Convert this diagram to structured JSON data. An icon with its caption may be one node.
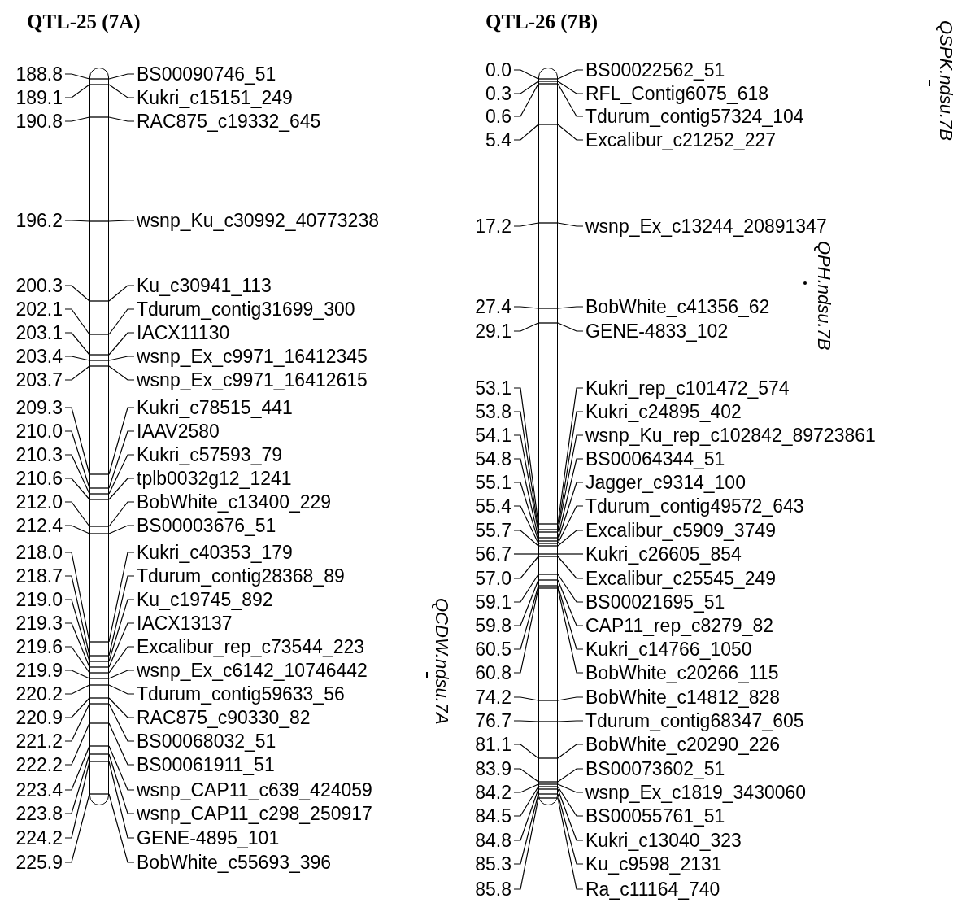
{
  "diagram": {
    "nodes": [
      {
        "text": [],
        "shape": "bar"
      },
      {
        "text": [
          "188.8"
        ]
      },
      {
        "text": [
          "BS00090746_51"
        ]
      },
      {
        "text": [
          "189.1"
        ]
      },
      {
        "text": [
          "Kukri_c15151_249"
        ]
      },
      {
        "text": [
          "190.8"
        ]
      },
      {
        "text": [
          "RAC875_c19332_645"
        ]
      },
      {
        "text": [
          "196.2"
        ]
      },
      {
        "text": [
          "wsnp_Ku_c30992_40773238"
        ]
      },
      {
        "text": [
          "200.3"
        ]
      },
      {
        "text": [
          "Ku_c30941_113"
        ]
      },
      {
        "text": [
          "202.1"
        ]
      },
      {
        "text": [
          "Tdurum_contig31699_300"
        ]
      },
      {
        "text": [
          "203.1"
        ]
      },
      {
        "text": [
          "IACX11130"
        ]
      },
      {
        "text": [
          "203.4"
        ]
      },
      {
        "text": [
          "wsnp_Ex_c9971_16412345"
        ]
      },
      {
        "text": [
          "203.7"
        ]
      },
      {
        "text": [
          "wsnp_Ex_c9971_16412615"
        ]
      },
      {
        "text": [
          "209.3"
        ]
      },
      {
        "text": [
          "Kukri_c78515_441"
        ]
      },
      {
        "text": [
          "210.0"
        ]
      },
      {
        "text": [
          "IAAV2580"
        ]
      },
      {
        "text": [
          "210.3"
        ]
      },
      {
        "text": [
          "Kukri_c57593_79"
        ]
      },
      {
        "text": [
          "210.6"
        ]
      },
      {
        "text": [
          "tplb0032g12_1241"
        ]
      },
      {
        "text": [
          "212.0"
        ]
      },
      {
        "text": [
          "BobWhite_c13400_229"
        ]
      },
      {
        "text": [
          "212.4"
        ]
      },
      {
        "text": [
          "BS00003676_51"
        ]
      },
      {
        "text": [
          "218.0"
        ]
      },
      {
        "text": [
          "Kukri_c40353_179"
        ]
      },
      {
        "text": [
          "218.7"
        ]
      },
      {
        "text": [
          "Tdurum_contig28368_89"
        ]
      },
      {
        "text": [
          "219.0"
        ]
      },
      {
        "text": [
          "Ku_c19745_892"
        ]
      },
      {
        "text": [
          "219.3"
        ]
      },
      {
        "text": [
          "IACX13137"
        ]
      },
      {
        "text": [
          "219.6"
        ]
      },
      {
        "text": [
          "Excalibur_rep_c73544_223"
        ]
      },
      {
        "text": [
          "219.9"
        ]
      },
      {
        "text": [
          "wsnp_Ex_c6142_10746442"
        ]
      },
      {
        "text": [
          "220.2"
        ]
      },
      {
        "text": [
          "Tdurum_contig59633_56"
        ]
      },
      {
        "text": [
          "220.9"
        ]
      },
      {
        "text": [
          "RAC875_c90330_82"
        ]
      },
      {
        "text": [
          "221.2"
        ]
      },
      {
        "text": [
          "BS00068032_51"
        ]
      },
      {
        "text": [
          "222.2"
        ]
      },
      {
        "text": [
          "BS00061911_51"
        ]
      },
      {
        "text": [
          "223.4"
        ]
      },
      {
        "text": [
          "wsnp_CAP11_c639_424059"
        ]
      },
      {
        "text": [
          "223.8"
        ]
      },
      {
        "text": [
          "wsnp_CAP11_c298_250917"
        ]
      },
      {
        "text": [
          "224.2"
        ]
      },
      {
        "text": [
          "GENE-4895_101"
        ]
      },
      {
        "text": [
          "225.9"
        ]
      },
      {
        "text": [
          "BobWhite_c55693_396"
        ]
      },
      {
        "text": [],
        "shape": "bar"
      },
      {
        "text": [
          "0.0"
        ]
      },
      {
        "text": [
          "BS00022562_51"
        ]
      },
      {
        "text": [
          "0.3"
        ]
      },
      {
        "text": [
          "RFL_Contig6075_618"
        ]
      },
      {
        "text": [
          "0.6"
        ]
      },
      {
        "text": [
          "Tdurum_contig57324_104"
        ]
      },
      {
        "text": [
          "5.4"
        ]
      },
      {
        "text": [
          "Excalibur_c21252_227"
        ]
      },
      {
        "text": [
          "17.2"
        ]
      },
      {
        "text": [
          "wsnp_Ex_c13244_20891347"
        ]
      },
      {
        "text": [
          "27.4"
        ]
      },
      {
        "text": [
          "BobWhite_c41356_62"
        ]
      },
      {
        "text": [
          "29.1"
        ]
      },
      {
        "text": [
          "GENE-4833_102"
        ]
      },
      {
        "text": [
          "53.1"
        ]
      },
      {
        "text": [
          "Kukri_rep_c101472_574"
        ]
      },
      {
        "text": [
          "53.8"
        ]
      },
      {
        "text": [
          "Kukri_c24895_402"
        ]
      },
      {
        "text": [
          "54.1"
        ]
      },
      {
        "text": [
          "wsnp_Ku_rep_c102842_89723861"
        ]
      },
      {
        "text": [
          "54.8"
        ]
      },
      {
        "text": [
          "BS00064344_51"
        ]
      },
      {
        "text": [
          "55.1"
        ]
      },
      {
        "text": [
          "Jagger_c9314_100"
        ]
      },
      {
        "text": [
          "55.4"
        ]
      },
      {
        "text": [
          "Tdurum_contig49572_643"
        ]
      },
      {
        "text": [
          "55.7"
        ]
      },
      {
        "text": [
          "Excalibur_c5909_3749"
        ]
      },
      {
        "text": [
          "56.7"
        ]
      },
      {
        "text": [
          "Kukri_c26605_854"
        ]
      },
      {
        "text": [
          "57.0"
        ]
      },
      {
        "text": [
          "Excalibur_c25545_249"
        ]
      },
      {
        "text": [
          "59.1"
        ]
      },
      {
        "text": [
          "BS00021695_51"
        ]
      },
      {
        "text": [
          "59.8"
        ]
      },
      {
        "text": [
          "CAP11_rep_c8279_82"
        ]
      },
      {
        "text": [
          "60.5"
        ]
      },
      {
        "text": [
          "Kukri_c14766_1050"
        ]
      },
      {
        "text": [
          "60.8"
        ]
      },
      {
        "text": [
          "BobWhite_c20266_115"
        ]
      },
      {
        "text": [
          "74.2"
        ]
      },
      {
        "text": [
          "BobWhite_c14812_828"
        ]
      },
      {
        "text": [
          "76.7"
        ]
      },
      {
        "text": [
          "Tdurum_contig68347_605"
        ]
      },
      {
        "text": [
          "81.1"
        ]
      },
      {
        "text": [
          "BobWhite_c20290_226"
        ]
      },
      {
        "text": [
          "83.9"
        ]
      },
      {
        "text": [
          "BS00073602_51"
        ]
      },
      {
        "text": [
          "84.2"
        ]
      },
      {
        "text": [
          "wsnp_Ex_c1819_3430060"
        ]
      },
      {
        "text": [
          "84.5"
        ]
      },
      {
        "text": [
          "BS00055761_51"
        ]
      },
      {
        "text": [
          "84.8"
        ]
      },
      {
        "text": [
          "Kukri_c13040_323"
        ]
      },
      {
        "text": [
          "85.3"
        ]
      },
      {
        "text": [
          "Ku_c9598_2131"
        ]
      },
      {
        "text": [
          "85.8"
        ]
      },
      {
        "text": [
          "Ra_c11164_740"
        ]
      }
    ],
    "edges": [
      {
        "from": 1,
        "to": 0,
        "arrow": "none"
      },
      {
        "from": 2,
        "to": 0,
        "arrow": "none"
      },
      {
        "from": 3,
        "to": 0,
        "arrow": "none"
      },
      {
        "from": 4,
        "to": 0,
        "arrow": "none"
      },
      {
        "from": 5,
        "to": 0,
        "arrow": "none"
      },
      {
        "from": 6,
        "to": 0,
        "arrow": "none"
      },
      {
        "from": 7,
        "to": 0,
        "arrow": "none"
      },
      {
        "from": 8,
        "to": 0,
        "arrow": "none"
      },
      {
        "from": 9,
        "to": 0,
        "arrow": "none"
      },
      {
        "from": 10,
        "to": 0,
        "arrow": "none"
      },
      {
        "from": 11,
        "to": 0,
        "arrow": "none"
      },
      {
        "from": 12,
        "to": 0,
        "arrow": "none"
      },
      {
        "from": 13,
        "to": 0,
        "arrow": "none"
      },
      {
        "from": 14,
        "to": 0,
        "arrow": "none"
      },
      {
        "from": 15,
        "to": 0,
        "arrow": "none"
      },
      {
        "from": 16,
        "to": 0,
        "arrow": "none"
      },
      {
        "from": 17,
        "to": 0,
        "arrow": "none"
      },
      {
        "from": 18,
        "to": 0,
        "arrow": "none"
      },
      {
        "from": 19,
        "to": 0,
        "arrow": "none"
      },
      {
        "from": 20,
        "to": 0,
        "arrow": "none"
      },
      {
        "from": 21,
        "to": 0,
        "arrow": "none"
      },
      {
        "from": 22,
        "to": 0,
        "arrow": "none"
      },
      {
        "from": 23,
        "to": 0,
        "arrow": "none"
      },
      {
        "from": 24,
        "to": 0,
        "arrow": "none"
      },
      {
        "from": 25,
        "to": 0,
        "arrow": "none"
      },
      {
        "from": 26,
        "to": 0,
        "arrow": "none"
      },
      {
        "from": 27,
        "to": 0,
        "arrow": "none"
      },
      {
        "from": 28,
        "to": 0,
        "arrow": "none"
      },
      {
        "from": 29,
        "to": 0,
        "arrow": "none"
      },
      {
        "from": 30,
        "to": 0,
        "arrow": "none"
      },
      {
        "from": 31,
        "to": 0,
        "arrow": "none"
      },
      {
        "from": 32,
        "to": 0,
        "arrow": "none"
      },
      {
        "from": 33,
        "to": 0,
        "arrow": "none"
      },
      {
        "from": 34,
        "to": 0,
        "arrow": "none"
      },
      {
        "from": 35,
        "to": 0,
        "arrow": "none"
      },
      {
        "from": 36,
        "to": 0,
        "arrow": "none"
      },
      {
        "from": 37,
        "to": 0,
        "arrow": "none"
      },
      {
        "from": 38,
        "to": 0,
        "arrow": "none"
      },
      {
        "from": 39,
        "to": 0,
        "arrow": "none"
      },
      {
        "from": 40,
        "to": 0,
        "arrow": "none"
      },
      {
        "from": 41,
        "to": 0,
        "arrow": "none"
      },
      {
        "from": 42,
        "to": 0,
        "arrow": "none"
      },
      {
        "from": 43,
        "to": 0,
        "arrow": "none"
      },
      {
        "from": 44,
        "to": 0,
        "arrow": "none"
      },
      {
        "from": 45,
        "to": 0,
        "arrow": "none"
      },
      {
        "from": 46,
        "to": 0,
        "arrow": "none"
      },
      {
        "from": 47,
        "to": 0,
        "arrow": "none"
      },
      {
        "from": 48,
        "to": 0,
        "arrow": "none"
      },
      {
        "from": 49,
        "to": 0,
        "arrow": "none"
      },
      {
        "from": 50,
        "to": 0,
        "arrow": "none"
      },
      {
        "from": 51,
        "to": 0,
        "arrow": "none"
      },
      {
        "from": 52,
        "to": 0,
        "arrow": "none"
      },
      {
        "from": 53,
        "to": 0,
        "arrow": "none"
      },
      {
        "from": 54,
        "to": 0,
        "arrow": "none"
      },
      {
        "from": 55,
        "to": 0,
        "arrow": "none"
      },
      {
        "from": 56,
        "to": 0,
        "arrow": "none"
      },
      {
        "from": 57,
        "to": 0,
        "arrow": "none"
      },
      {
        "from": 58,
        "to": 0,
        "arrow": "none"
      },
      {
        "from": 60,
        "to": 59,
        "arrow": "none"
      },
      {
        "from": 61,
        "to": 59,
        "arrow": "none"
      },
      {
        "from": 62,
        "to": 59,
        "arrow": "none"
      },
      {
        "from": 63,
        "to": 59,
        "arrow": "none"
      },
      {
        "from": 64,
        "to": 59,
        "arrow": "none"
      },
      {
        "from": 65,
        "to": 59,
        "arrow": "none"
      },
      {
        "from": 66,
        "to": 59,
        "arrow": "none"
      },
      {
        "from": 67,
        "to": 59,
        "arrow": "none"
      },
      {
        "from": 68,
        "to": 59,
        "arrow": "none"
      },
      {
        "from": 69,
        "to": 59,
        "arrow": "none"
      },
      {
        "from": 70,
        "to": 59,
        "arrow": "none"
      },
      {
        "from": 71,
        "to": 59,
        "arrow": "none"
      },
      {
        "from": 72,
        "to": 59,
        "arrow": "none"
      },
      {
        "from": 73,
        "to": 59,
        "arrow": "none"
      },
      {
        "from": 74,
        "to": 59,
        "arrow": "none"
      },
      {
        "from": 75,
        "to": 59,
        "arrow": "none"
      },
      {
        "from": 76,
        "to": 59,
        "arrow": "none"
      },
      {
        "from": 77,
        "to": 59,
        "arrow": "none"
      },
      {
        "from": 78,
        "to": 59,
        "arrow": "none"
      },
      {
        "from": 79,
        "to": 59,
        "arrow": "none"
      },
      {
        "from": 80,
        "to": 59,
        "arrow": "none"
      },
      {
        "from": 81,
        "to": 59,
        "arrow": "none"
      },
      {
        "from": 82,
        "to": 59,
        "arrow": "none"
      },
      {
        "from": 83,
        "to": 59,
        "arrow": "none"
      },
      {
        "from": 84,
        "to": 59,
        "arrow": "none"
      },
      {
        "from": 85,
        "to": 59,
        "arrow": "none"
      },
      {
        "from": 86,
        "to": 59,
        "arrow": "none"
      },
      {
        "from": 87,
        "to": 59,
        "arrow": "none"
      },
      {
        "from": 88,
        "to": 59,
        "arrow": "none"
      },
      {
        "from": 89,
        "to": 59,
        "arrow": "none"
      },
      {
        "from": 90,
        "to": 59,
        "arrow": "none"
      },
      {
        "from": 91,
        "to": 59,
        "arrow": "none"
      },
      {
        "from": 92,
        "to": 59,
        "arrow": "none"
      },
      {
        "from": 93,
        "to": 59,
        "arrow": "none"
      },
      {
        "from": 94,
        "to": 59,
        "arrow": "none"
      },
      {
        "from": 95,
        "to": 59,
        "arrow": "none"
      },
      {
        "from": 96,
        "to": 59,
        "arrow": "none"
      },
      {
        "from": 97,
        "to": 59,
        "arrow": "none"
      },
      {
        "from": 98,
        "to": 59,
        "arrow": "none"
      },
      {
        "from": 99,
        "to": 59,
        "arrow": "none"
      },
      {
        "from": 100,
        "to": 59,
        "arrow": "none"
      },
      {
        "from": 101,
        "to": 59,
        "arrow": "none"
      },
      {
        "from": 102,
        "to": 59,
        "arrow": "none"
      },
      {
        "from": 103,
        "to": 59,
        "arrow": "none"
      },
      {
        "from": 104,
        "to": 59,
        "arrow": "none"
      },
      {
        "from": 105,
        "to": 59,
        "arrow": "none"
      },
      {
        "from": 106,
        "to": 59,
        "arrow": "none"
      },
      {
        "from": 107,
        "to": 59,
        "arrow": "none"
      },
      {
        "from": 108,
        "to": 59,
        "arrow": "none"
      },
      {
        "from": 109,
        "to": 59,
        "arrow": "none"
      },
      {
        "from": 110,
        "to": 59,
        "arrow": "none"
      },
      {
        "from": 111,
        "to": 59,
        "arrow": "none"
      },
      {
        "from": 112,
        "to": 59,
        "arrow": "none"
      },
      {
        "from": 113,
        "to": 59,
        "arrow": "none"
      },
      {
        "from": 114,
        "to": 59,
        "arrow": "none"
      },
      {
        "from": 115,
        "to": 59,
        "arrow": "none"
      },
      {
        "from": 116,
        "to": 59,
        "arrow": "none"
      },
      {
        "from": 117,
        "to": 59,
        "arrow": "none"
      }
    ],
    "labels": [
      "QTL-25 (7A)",
      "QTL-26 (7B)",
      "QSPK.ndsu.7B",
      "QPH.ndsu.7B",
      "QCDW.ndsu.7A"
    ]
  }
}
